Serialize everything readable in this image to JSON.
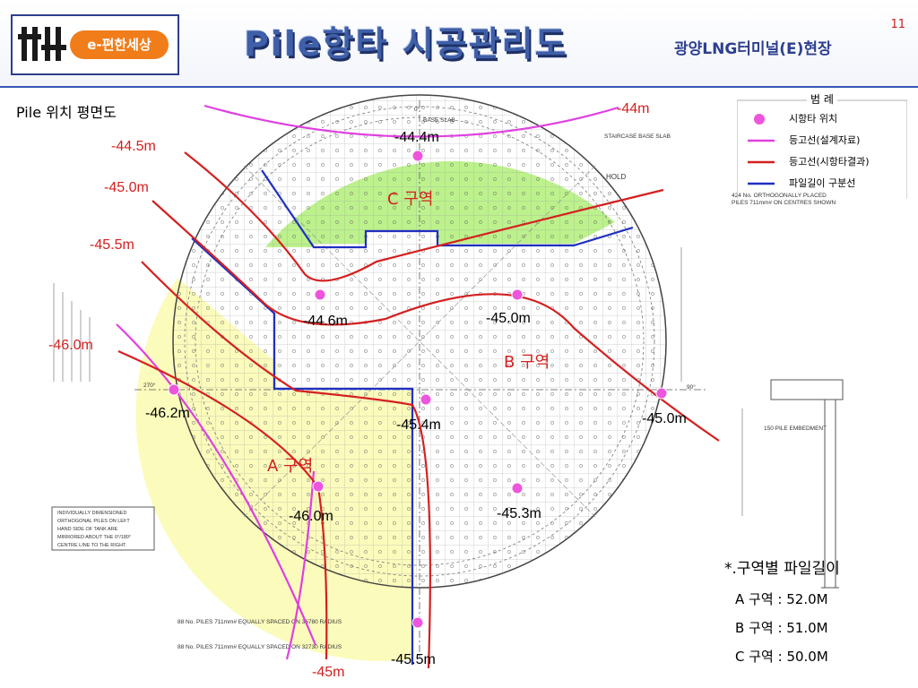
{
  "header": {
    "logo_text": "e-편한세상",
    "title": "Pile항타 시공관리도",
    "site": "광양LNG터미널(E)현장",
    "page_number": "11"
  },
  "section_label": "Pile 위치 평면도",
  "legend": {
    "title": "범 례",
    "items": [
      {
        "label": "시항타 위치",
        "color": "#ee55dd",
        "icon": "dot-icon"
      },
      {
        "label": "등고선(설계자료)",
        "color": "#e040e0",
        "icon": "line-icon"
      },
      {
        "label": "등고선(시항타결과)",
        "color": "#d42020",
        "icon": "line-icon"
      },
      {
        "label": "파일길이 구분선",
        "color": "#2030c0",
        "icon": "line-icon"
      }
    ]
  },
  "zones": {
    "a": "A 구역",
    "b": "B 구역",
    "c": "C 구역"
  },
  "contour_labels": {
    "m44": "-44m",
    "m44_5": "-44.5m",
    "m45_0": "-45.0m",
    "m45_5": "-45.5m",
    "m46_0": "-46.0m",
    "m45": "-45m"
  },
  "test_piles": [
    {
      "id": "p1",
      "label": "-44.4m"
    },
    {
      "id": "p2",
      "label": "-44.6m"
    },
    {
      "id": "p3",
      "label": "-45.0m"
    },
    {
      "id": "p4",
      "label": "-46.2m"
    },
    {
      "id": "p5",
      "label": "-45.4m"
    },
    {
      "id": "p6",
      "label": "-45.0m"
    },
    {
      "id": "p7",
      "label": "-46.0m"
    },
    {
      "id": "p8",
      "label": "-45.3m"
    },
    {
      "id": "p9",
      "label": "-45.5m"
    }
  ],
  "drawing_notes": {
    "base_slab": "BASE SLAB",
    "staircase": "STAIRCASE BASE SLAB",
    "hold": "HOLD",
    "orthogonal": "424 No. ORTHOGONALLY PLACED",
    "orthogonal2": "PILES 711mm# ON CENTRES SHOWN",
    "left_note": [
      "INDIVIDUALLY DIMENSIONED",
      "ORTHOGONAL PILES ON LEFT",
      "HAND SIDE OF TANK ARE",
      "MIRRORED ABOUT THE 0°/180°",
      "CENTRE LINE TO THE RIGHT."
    ],
    "bottom_note1": "88 No. PILES 711mm# EQUALLY SPACED ON 36780 RADIUS",
    "bottom_note2": "88 No. PILES 711mm# EQUALLY SPACED ON 32730 RADIUS",
    "deg0": "0°",
    "deg90": "90°",
    "deg270": "270°",
    "embed": "150 PILE EMBEDMENT"
  },
  "pile_lengths": {
    "heading": "*.구역별 파일길이",
    "rows": [
      {
        "zone": "A 구역",
        "value": "52.0M"
      },
      {
        "zone": "B 구역",
        "value": "51.0M"
      },
      {
        "zone": "C 구역",
        "value": "50.0M"
      }
    ]
  }
}
